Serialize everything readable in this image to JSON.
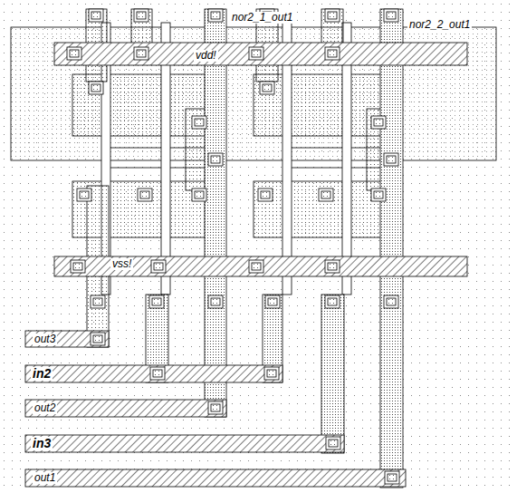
{
  "diagram": {
    "labels": [
      "nor2_1_out1",
      "nor2_2_out1",
      "vdd!",
      "vss!",
      "out3",
      "in2",
      "out2",
      "in3",
      "out1"
    ]
  }
}
